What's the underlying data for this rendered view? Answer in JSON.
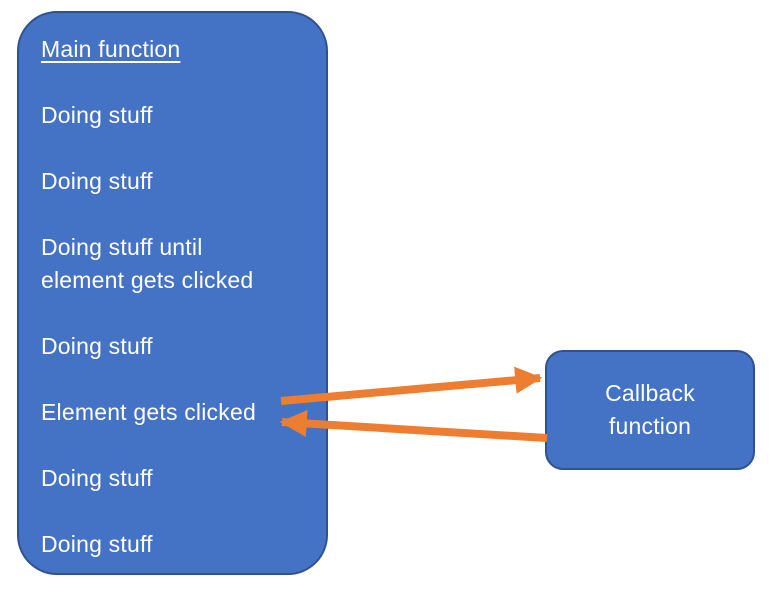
{
  "diagram": {
    "main_box": {
      "items": [
        {
          "label": "Main function",
          "style": "heading-underlined"
        },
        {
          "label": "Doing stuff"
        },
        {
          "label": "Doing stuff"
        },
        {
          "label": "Doing stuff until element gets clicked"
        },
        {
          "label": "Doing stuff"
        },
        {
          "label": "Element gets clicked"
        },
        {
          "label": "Doing stuff"
        },
        {
          "label": "Doing stuff"
        }
      ]
    },
    "callback_box": {
      "label": "Callback\nfunction"
    },
    "arrows": [
      {
        "name": "call-arrow",
        "from": "Element gets clicked",
        "to": "Callback function",
        "direction": "right"
      },
      {
        "name": "return-arrow",
        "from": "Callback function",
        "to": "Element gets clicked",
        "direction": "left"
      }
    ],
    "colors": {
      "box_fill": "#4472C4",
      "box_border": "#2F528F",
      "arrow": "#ED7D31",
      "text": "#FFFFFF",
      "background": "#FFFFFF"
    }
  }
}
